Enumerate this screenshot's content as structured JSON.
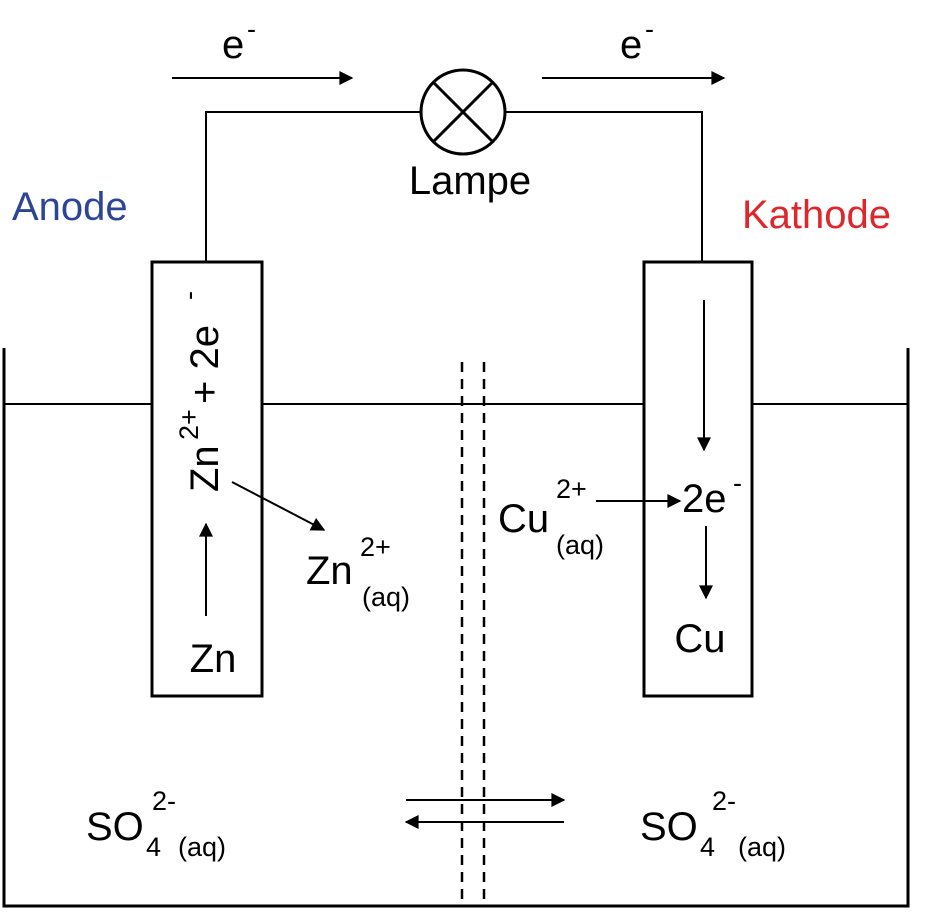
{
  "labels": {
    "electron": "e",
    "electron_charge": "-",
    "lamp": "Lampe",
    "anode": "Anode",
    "cathode": "Kathode",
    "zn_metal": "Zn",
    "zn_ion": "Zn",
    "zn_ion_charge": "2+",
    "zn_ion_state": "(aq)",
    "zn_oxidation_base": "Zn",
    "zn_oxidation_charge": "2+",
    "zn_oxidation_plus": " + 2e",
    "zn_oxidation_e_charge": "-",
    "cu_ion": "Cu",
    "cu_ion_charge": "2+",
    "cu_ion_state": "(aq)",
    "cu_electrons": "2e",
    "cu_electrons_charge": "-",
    "cu_metal": "Cu",
    "sulfate_left": "SO",
    "sulfate_left_index": "4",
    "sulfate_left_charge": "2-",
    "sulfate_left_state": "(aq)",
    "sulfate_right": "SO",
    "sulfate_right_index": "4",
    "sulfate_right_charge": "2-",
    "sulfate_right_state": "(aq)"
  },
  "colors": {
    "anode": "#2d4596",
    "cathode": "#e0262b",
    "lines": "#000000"
  }
}
